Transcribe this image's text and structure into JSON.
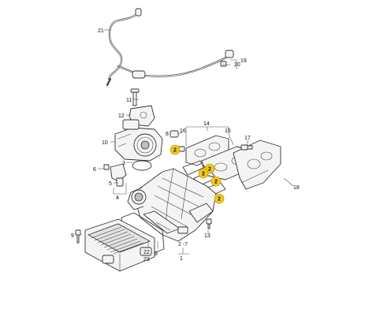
{
  "labels": {
    "l21": "21",
    "l20": "20",
    "l19": "19",
    "l11": "11",
    "l12": "12",
    "l10": "10",
    "l3": "3",
    "l6": "6",
    "l5": "5",
    "l4": "4",
    "l7": "7",
    "l8": "8",
    "l9": "9",
    "l16": "16",
    "l14": "14",
    "l15": "15",
    "l17": "17",
    "l18": "18",
    "l13": "13",
    "l22": "22",
    "l23": "23",
    "l1": "1",
    "l27": "2 -7"
  },
  "callouts": {
    "c1": "2",
    "c2": "2",
    "c3": "2",
    "c4": "2",
    "c5": "2"
  },
  "colors": {
    "callout": "#f2c81a",
    "line": "#333333"
  }
}
